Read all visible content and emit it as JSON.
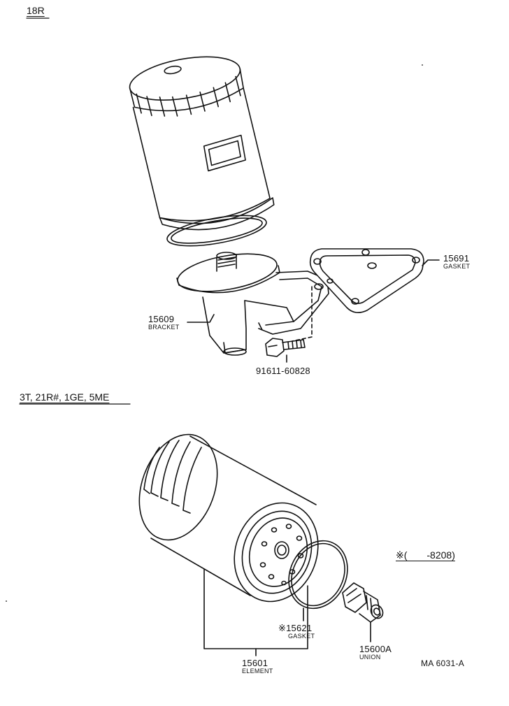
{
  "sections": {
    "top_title": "18R",
    "bottom_title": "3T, 21R#, 1GE, 5ME"
  },
  "parts": {
    "gasket_top": {
      "number": "15691",
      "name": "GASKET"
    },
    "bracket": {
      "number": "15609",
      "name": "BRACKET"
    },
    "bolt": {
      "number": "91611-60828"
    },
    "gasket_bottom": {
      "number": "15621",
      "mark": "※",
      "name": "GASKET"
    },
    "element": {
      "number": "15601",
      "name": "ELEMENT"
    },
    "union": {
      "number": "15600A",
      "name": "UNION"
    }
  },
  "note": {
    "text": "※(　　-8208)"
  },
  "drawing_code": "MA 6031-A",
  "icons": [
    "oil-filter-icon",
    "bracket-icon",
    "gasket-icon",
    "bolt-icon",
    "o-ring-icon",
    "union-fitting-icon"
  ]
}
